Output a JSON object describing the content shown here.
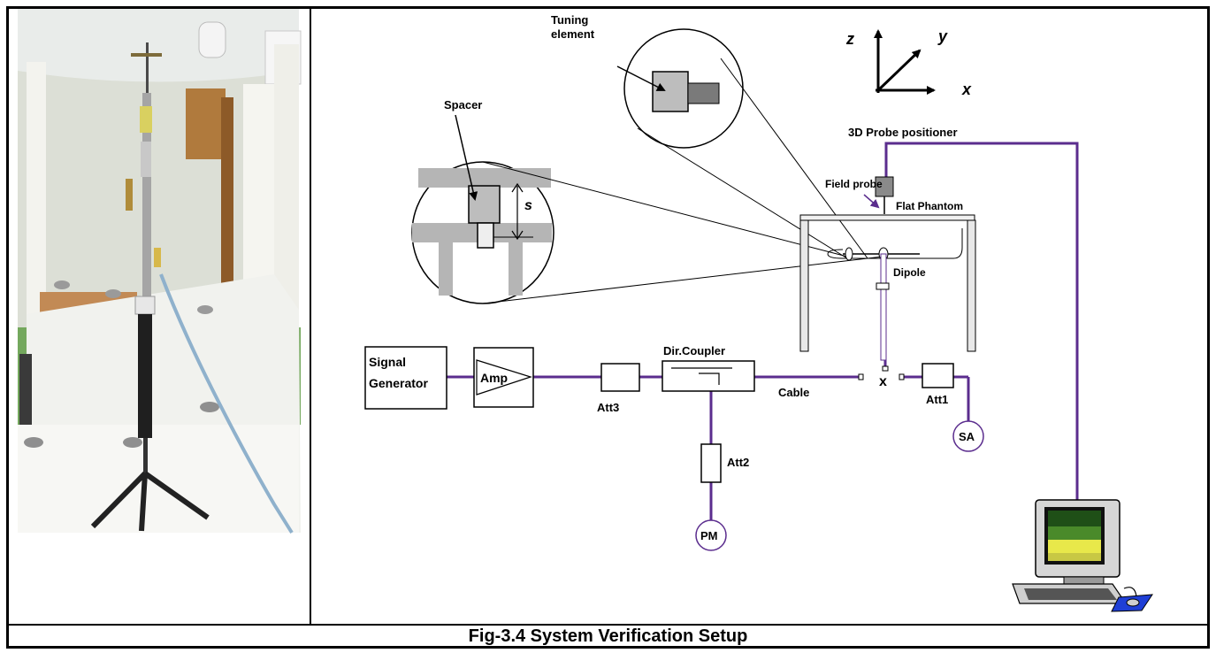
{
  "caption": "Fig-3.4 System Verification Setup",
  "diagram": {
    "axes": {
      "z": "z",
      "y": "y",
      "x": "x"
    },
    "labels": {
      "tuning_element_line1": "Tuning",
      "tuning_element_line2": "element",
      "spacer": "Spacer",
      "spacing_s": "s",
      "probe_positioner": "3D Probe positioner",
      "field_probe": "Field probe",
      "flat_phantom": "Flat Phantom",
      "dipole": "Dipole",
      "dir_coupler": "Dir.Coupler",
      "signal_generator_line1": "Signal",
      "signal_generator_line2": "Generator",
      "amp": "Amp",
      "att3": "Att3",
      "cable": "Cable",
      "junction_x": "x",
      "att1": "Att1",
      "sa": "SA",
      "att2": "Att2",
      "pm": "PM"
    }
  },
  "colors": {
    "cable_purple": "#5b2d8e",
    "mousepad_blue": "#1f3fd6",
    "screen_green_dark": "#1f4f17",
    "screen_green": "#4a8a2a",
    "screen_yellow": "#e8e84a"
  }
}
